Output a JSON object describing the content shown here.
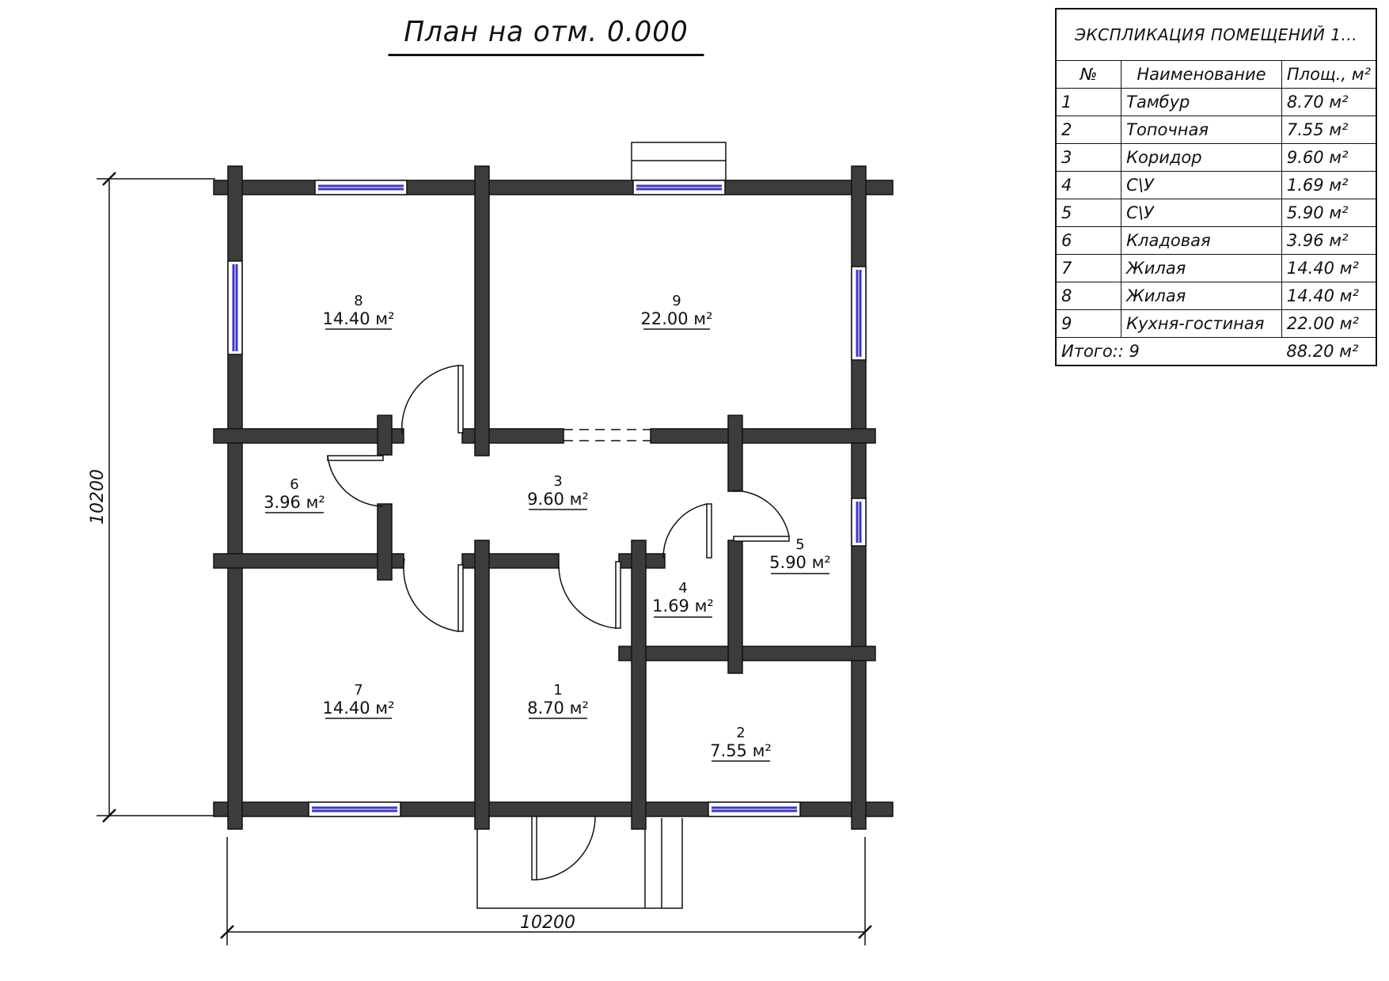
{
  "title": "План на отм. 0.000",
  "dimensions": {
    "horizontal": "10200",
    "vertical": "10200"
  },
  "rooms": [
    {
      "num": "1",
      "area": "8.70 м²"
    },
    {
      "num": "2",
      "area": "7.55 м²"
    },
    {
      "num": "3",
      "area": "9.60 м²"
    },
    {
      "num": "4",
      "area": "1.69 м²"
    },
    {
      "num": "5",
      "area": "5.90 м²"
    },
    {
      "num": "6",
      "area": "3.96 м²"
    },
    {
      "num": "7",
      "area": "14.40 м²"
    },
    {
      "num": "8",
      "area": "14.40 м²"
    },
    {
      "num": "9",
      "area": "22.00 м²"
    }
  ],
  "explication": {
    "caption": "ЭКСПЛИКАЦИЯ ПОМЕЩЕНИЙ 1...",
    "headers": {
      "num": "№",
      "name": "Наименование",
      "area": "Площ., м²"
    },
    "rows": [
      {
        "num": "1",
        "name": "Тамбур",
        "area": "8.70 м²"
      },
      {
        "num": "2",
        "name": "Топочная",
        "area": "7.55 м²"
      },
      {
        "num": "3",
        "name": "Коридор",
        "area": "9.60 м²"
      },
      {
        "num": "4",
        "name": "С\\У",
        "area": "1.69 м²"
      },
      {
        "num": "5",
        "name": "С\\У",
        "area": "5.90 м²"
      },
      {
        "num": "6",
        "name": "Кладовая",
        "area": "3.96 м²"
      },
      {
        "num": "7",
        "name": "Жилая",
        "area": "14.40 м²"
      },
      {
        "num": "8",
        "name": "Жилая",
        "area": "14.40 м²"
      },
      {
        "num": "9",
        "name": "Кухня-гостиная",
        "area": "22.00 м²"
      }
    ],
    "total": {
      "label": "Итого:: 9",
      "area": "88.20 м²"
    }
  },
  "colors": {
    "wall": "#3c3c3c",
    "line": "#111111",
    "window_glass": "#3b37c9",
    "background": "#ffffff"
  }
}
